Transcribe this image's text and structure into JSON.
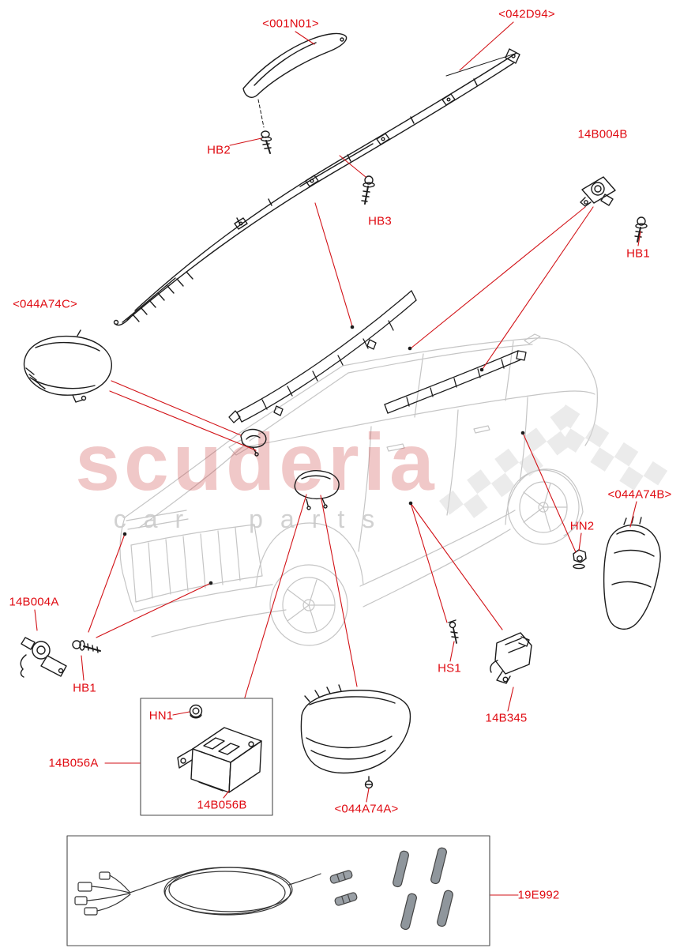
{
  "diagram": {
    "labels": {
      "l001N01": "<001N01>",
      "l042D94": "<042D94>",
      "hb2": "HB2",
      "l14B004B": "14B004B",
      "hb3": "HB3",
      "hb1_top": "HB1",
      "l044A74C": "<044A74C>",
      "l044A74B": "<044A74B>",
      "hn2": "HN2",
      "l14B004A": "14B004A",
      "hb1_front": "HB1",
      "hs1": "HS1",
      "l14B345": "14B345",
      "hn1": "HN1",
      "l14B056A": "14B056A",
      "l14B056B": "14B056B",
      "l044A74A": "<044A74A>",
      "l19E992": "19E992"
    },
    "watermark": {
      "brand": "scuderia",
      "tagline": "car parts"
    },
    "colors": {
      "label_red": "#e00b12",
      "leader_red": "#d21217",
      "sketch_gray": "#c5c5c5",
      "part_ink": "#1c1c1c",
      "watermark_pink": "#d14b4b",
      "watermark_gray": "#c9c9c9"
    }
  }
}
